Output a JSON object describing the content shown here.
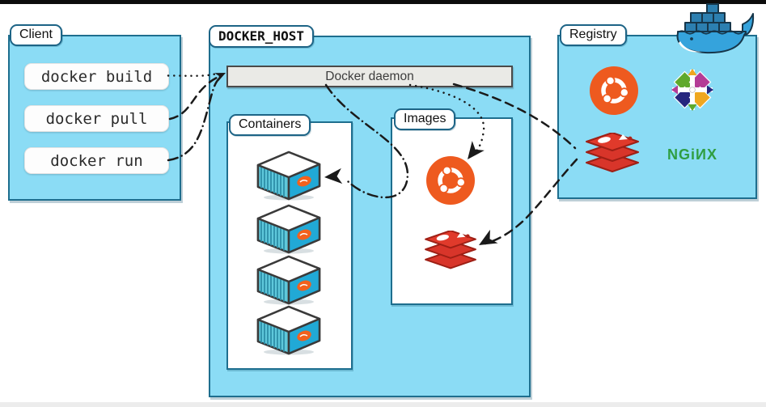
{
  "diagram": {
    "client": {
      "label": "Client",
      "commands": [
        "docker build",
        "docker pull",
        "docker run"
      ]
    },
    "docker_host": {
      "label": "DOCKER_HOST",
      "daemon": {
        "label": "Docker daemon"
      },
      "containers": {
        "label": "Containers",
        "count": "4"
      },
      "images": {
        "label": "Images",
        "items": [
          "ubuntu",
          "redis"
        ]
      }
    },
    "registry": {
      "label": "Registry",
      "items": [
        "ubuntu",
        "centos",
        "redis",
        "nginx"
      ],
      "nginx_wordmark": "NGiИX"
    },
    "connections": [
      {
        "from": "docker build",
        "to": "Docker daemon",
        "style": "dotted"
      },
      {
        "from": "docker pull",
        "to": "Docker daemon",
        "style": "dashed"
      },
      {
        "from": "docker run",
        "to": "Docker daemon",
        "style": "dash-dot"
      },
      {
        "from": "Docker daemon",
        "to": "ubuntu image",
        "style": "dotted"
      },
      {
        "from": "Docker daemon",
        "to": "running container",
        "style": "dash-dot"
      },
      {
        "from": "Docker daemon",
        "to": "registry redis",
        "style": "dashed"
      },
      {
        "from": "registry redis",
        "to": "images redis",
        "style": "dashed"
      }
    ],
    "colors": {
      "panel_fill": "#8BDCF5",
      "panel_border": "#1E6E8E",
      "daemon_fill": "#EAEAE6",
      "ubuntu_orange": "#EE5A1F",
      "redis_red": "#D8352A",
      "nginx_green": "#2F9E41",
      "whale_blue": "#35A3DC",
      "line_color": "#1A1A1A"
    }
  }
}
